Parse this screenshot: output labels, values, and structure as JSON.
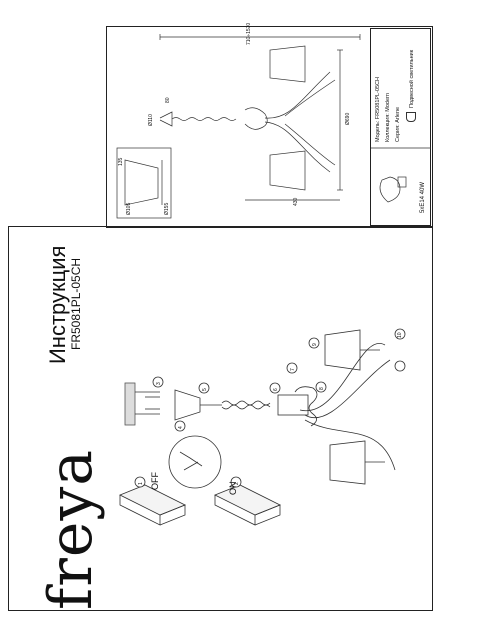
{
  "brand": {
    "logo_text": "freya"
  },
  "header": {
    "title": "Инструкция",
    "model": "FR5081PL-05CH"
  },
  "step_labels": {
    "off": "OFF",
    "on": "ON",
    "step_1": "1",
    "step_2": "2",
    "step_3": "3",
    "step_4": "4",
    "step_5": "5",
    "step_6": "6",
    "step_7": "7",
    "step_8": "8",
    "step_9": "9",
    "step_10": "10"
  },
  "dimensions": {
    "height_range": "710÷1570",
    "width": "430",
    "diameter": "Ø690",
    "canopy_diameter": "Ø110",
    "canopy_height": "80",
    "shade_height": "135",
    "shade_top": "Ø105",
    "shade_bottom": "Ø155"
  },
  "specs": {
    "model_label": "Модель:",
    "model_value": "FR5081PL-05CH",
    "collection_label": "Коллекция:",
    "collection_value": "Modern",
    "series_label": "Серия:",
    "series_value": "Arlene",
    "type_value": "Подвесной светильник",
    "bulb": "5xE14 40W"
  }
}
